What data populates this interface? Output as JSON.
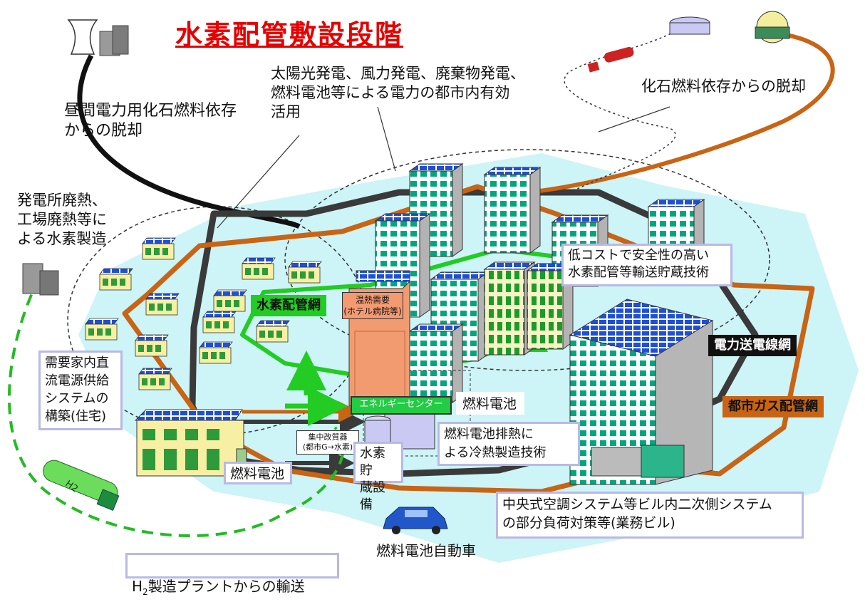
{
  "title": "水素配管敷設段階",
  "labels": {
    "daytime_fossil": "昼間電力用化石燃料依存\nからの脱却",
    "renewables": "太陽光発電、風力発電、廃棄物発電、\n燃料電池等による電力の都市内有効\n活用",
    "fossil_escape": "化石燃料依存からの脱却",
    "waste_heat": "発電所廃熱、\n工場廃熱等に\nよる水素製造",
    "low_cost": "低コストで安全性の高い\n水素配管等輸送貯蔵技術",
    "hydrogen_network": "水素配管網",
    "heat_demand": "温熱需要\n(ホテル病院等)",
    "dc_supply": "需要家内直\n流電源供給\nシステムの\n構築(住宅)",
    "energy_center": "エネルギーセンター",
    "fuel_cell_center": "燃料電池",
    "reformer": "集中改質器\n(都市G→水素)",
    "h2_storage": "水素貯\n蔵設備",
    "fc_exhaust": "燃料電池排熱に\nよる冷熱製造技術",
    "fuel_cell_house": "燃料電池",
    "power_grid": "電力送電線網",
    "city_gas": "都市ガス配管網",
    "hvac": "中央式空調システム等ビル内二次側システム\nの部分負荷対策等(業務ビル)",
    "fc_vehicle": "燃料電池自動車",
    "h2_transport_pre": "H",
    "h2_transport_sub": "2",
    "h2_transport_post": "製造プラントからの輸送",
    "truck_tag": "H2"
  },
  "colors": {
    "title_red": "#e60000",
    "gas_orange": "#c86414",
    "power_dark": "#3a3a3a",
    "hydrogen_green": "#22cc22",
    "city_area": "#cdf4f6",
    "label_border": "#b9b9e6"
  }
}
